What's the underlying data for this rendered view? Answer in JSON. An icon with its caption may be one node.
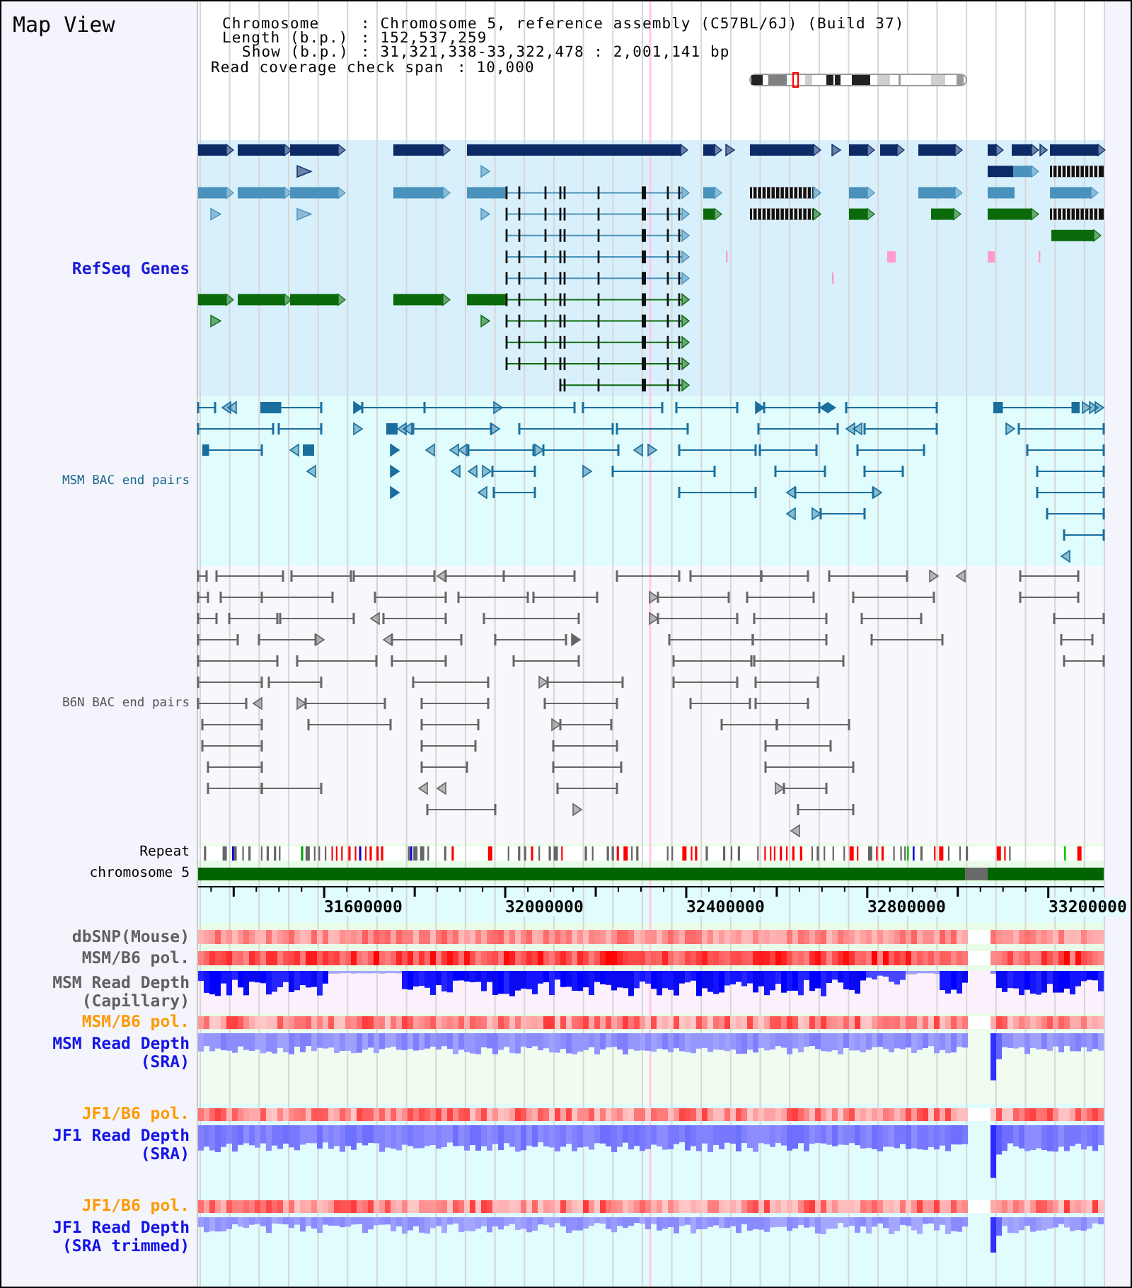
{
  "diagram": {
    "title": "Map View",
    "labels": [
      "Chromosome",
      ": Chromosome 5, reference assembly (C57BL/6J) (Build 37)",
      "Length (b.p.)",
      ": 152,537,259",
      "Show (b.p.)",
      ": 31,321,338-33,322,478 : 2,001,141 bp",
      "Read coverage check span",
      ": 10,000",
      "RefSeq Genes",
      "MSM BAC end pairs",
      "B6N BAC end pairs",
      "Repeat",
      "chromosome 5",
      "31600000",
      "32000000",
      "32400000",
      "32800000",
      "33200000",
      "dbSNP(Mouse)",
      "MSM/B6 pol.",
      "MSM Read Depth (Capillary)",
      "MSM/B6 pol.",
      "MSM Read Depth (SRA)",
      "JF1/B6 pol.",
      "JF1 Read Depth (SRA)",
      "JF1/B6 pol.",
      "JF1 Read Depth (SRA trimmed)"
    ]
  }
}
